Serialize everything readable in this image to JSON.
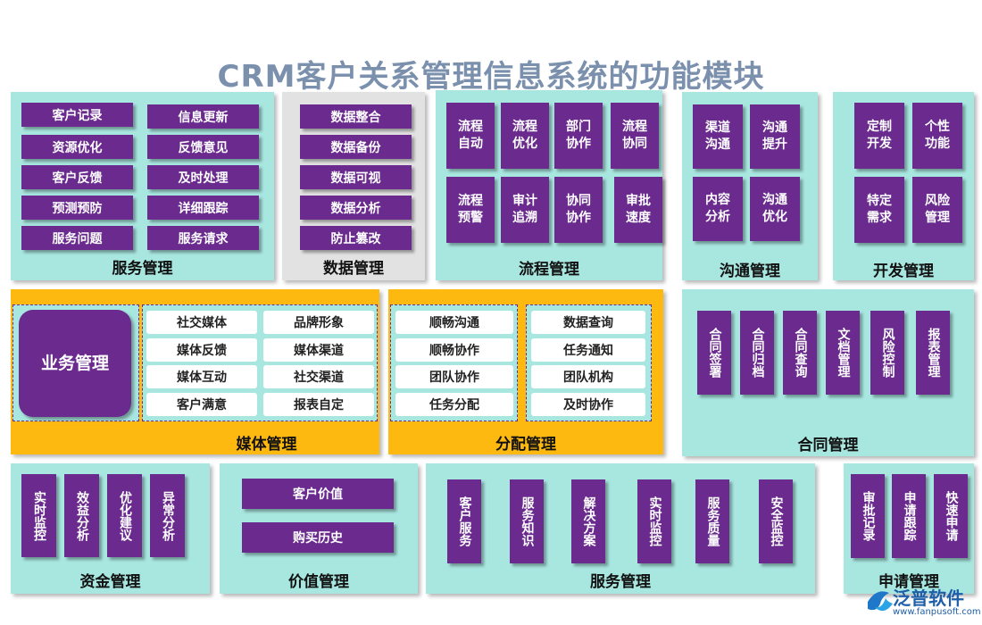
{
  "title": "CRM客户关系管理信息系统的功能模块",
  "colors": {
    "panel": "#a8e6e0",
    "panel_gray": "#e2e2e2",
    "panel_orange": "#fdb910",
    "box": "#6a2a8e",
    "title": "#7a90ad"
  },
  "service_mgmt": {
    "label": "服务管理",
    "items": [
      "客户记录",
      "信息更新",
      "资源优化",
      "反馈意见",
      "客户反馈",
      "及时处理",
      "预测预防",
      "详细跟踪",
      "服务问题",
      "服务请求"
    ]
  },
  "data_mgmt": {
    "label": "数据管理",
    "items": [
      "数据整合",
      "数据备份",
      "数据可视",
      "数据分析",
      "防止篡改"
    ]
  },
  "process_mgmt": {
    "label": "流程管理",
    "items": [
      "流程自动",
      "流程优化",
      "部门协作",
      "流程协同",
      "流程预警",
      "审计追溯",
      "协同协作",
      "审批速度"
    ]
  },
  "comm_mgmt": {
    "label": "沟通管理",
    "items": [
      "渠道沟通",
      "沟通提升",
      "内容分析",
      "沟通优化"
    ]
  },
  "dev_mgmt": {
    "label": "开发管理",
    "items": [
      "定制开发",
      "个性功能",
      "特定需求",
      "风险管理"
    ]
  },
  "media_mgmt": {
    "label": "媒体管理",
    "business": "业务管理",
    "items": [
      "社交媒体",
      "品牌形象",
      "媒体反馈",
      "媒体渠道",
      "媒体互动",
      "社交渠道",
      "客户满意",
      "报表自定"
    ]
  },
  "dist_mgmt": {
    "label": "分配管理",
    "left": [
      "顺畅沟通",
      "顺畅协作",
      "团队协作",
      "任务分配"
    ],
    "right": [
      "数据查询",
      "任务通知",
      "团队机构",
      "及时协作"
    ]
  },
  "contract_mgmt": {
    "label": "合同管理",
    "items": [
      "合同签署",
      "合同归档",
      "合同查询",
      "文档管理",
      "风险控制",
      "报表管理"
    ]
  },
  "fund_mgmt": {
    "label": "资金管理",
    "items": [
      "实时监控",
      "效益分析",
      "优化建议",
      "异常分析"
    ]
  },
  "value_mgmt": {
    "label": "价值管理",
    "items": [
      "客户价值",
      "购买历史"
    ]
  },
  "service_mgmt2": {
    "label": "服务管理",
    "items": [
      "客户服务",
      "服务知识",
      "解决方案",
      "实时监控",
      "服务质量",
      "安全监控"
    ]
  },
  "apply_mgmt": {
    "label": "申请管理",
    "items": [
      "审批记录",
      "申请跟踪",
      "快速申请"
    ]
  },
  "logo": {
    "name": "泛普软件",
    "url": "www.fanpusoft.com"
  }
}
